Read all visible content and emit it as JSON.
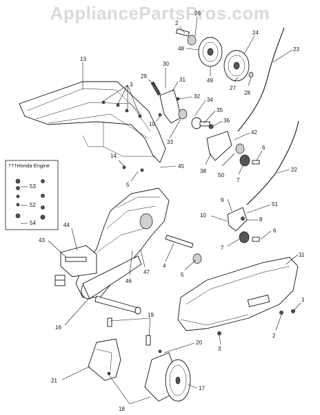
{
  "watermark": "AppliancePartsPros.com",
  "inset": {
    "title": "†††Honda Engine",
    "labels": [
      "53",
      "52",
      "54"
    ]
  },
  "callouts": [
    "2",
    "26",
    "24",
    "48",
    "49",
    "27",
    "28",
    "23",
    "13",
    "3",
    "29",
    "30",
    "31",
    "32",
    "34",
    "35",
    "36",
    "10",
    "33",
    "42",
    "6",
    "38",
    "50",
    "7",
    "22",
    "14",
    "5",
    "45",
    "9",
    "10",
    "51",
    "8",
    "6",
    "7",
    "44",
    "43",
    "4",
    "5",
    "46",
    "47",
    "11",
    "16",
    "19",
    "1",
    "2",
    "3",
    "20",
    "21",
    "17",
    "18"
  ]
}
